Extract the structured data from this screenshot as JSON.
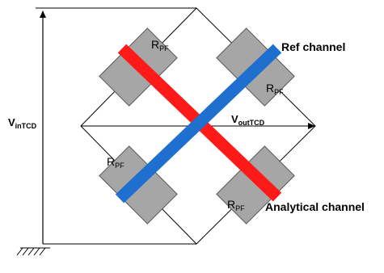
{
  "labels": {
    "vin": {
      "main": "V",
      "sub": "inTCD"
    },
    "vout": {
      "main": "V",
      "sub": "outTCD"
    },
    "rpf_top_left": {
      "main": "R",
      "sub": "PF"
    },
    "rpf_top_right": {
      "main": "R",
      "sub": "PF"
    },
    "rpf_bottom_left": {
      "main": "R",
      "sub": "PF"
    },
    "rpf_bottom_right": {
      "main": "R",
      "sub": "PF"
    },
    "ref_channel": "Ref channel",
    "analytical_channel": "Analytical channel"
  },
  "colors": {
    "resistor_fill": "#a6a6a6",
    "resistor_stroke": "#555555",
    "ref_channel": "#1f6fcf",
    "analytical_channel": "#ff1a1a",
    "wire": "#000000"
  }
}
